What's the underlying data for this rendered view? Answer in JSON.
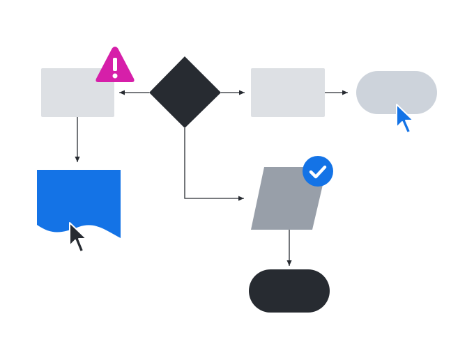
{
  "colors": {
    "background": "#ffffff",
    "process_fill": "#dde0e4",
    "decision_fill": "#272b31",
    "document_fill": "#1473e6",
    "terminal_light_fill": "#cdd3db",
    "data_fill": "#989fa9",
    "terminal_dark_fill": "#272b31",
    "connector": "#272b31",
    "warning_badge": "#d61fa9",
    "success_badge": "#1473e6",
    "cursor_blue": "#1473e6",
    "cursor_dark": "#272b31"
  },
  "nodes": [
    {
      "id": "process-left",
      "shape": "process"
    },
    {
      "id": "decision",
      "shape": "decision"
    },
    {
      "id": "process-right",
      "shape": "process"
    },
    {
      "id": "terminal-top-right",
      "shape": "terminal"
    },
    {
      "id": "document",
      "shape": "document"
    },
    {
      "id": "data",
      "shape": "data"
    },
    {
      "id": "terminal-bottom",
      "shape": "terminal"
    }
  ],
  "edges": [
    {
      "from": "decision",
      "to": "process-left"
    },
    {
      "from": "decision",
      "to": "process-right"
    },
    {
      "from": "process-right",
      "to": "terminal-top-right"
    },
    {
      "from": "process-left",
      "to": "document"
    },
    {
      "from": "decision",
      "to": "data"
    },
    {
      "from": "data",
      "to": "terminal-bottom"
    }
  ],
  "badges": [
    {
      "on": "process-left",
      "icon": "warning-icon"
    },
    {
      "on": "data",
      "icon": "checkmark-icon"
    }
  ],
  "cursors": [
    {
      "on": "terminal-top-right",
      "icon": "mouse-pointer-icon",
      "color": "cursor_blue"
    },
    {
      "on": "document",
      "icon": "mouse-pointer-icon",
      "color": "cursor_dark"
    }
  ]
}
